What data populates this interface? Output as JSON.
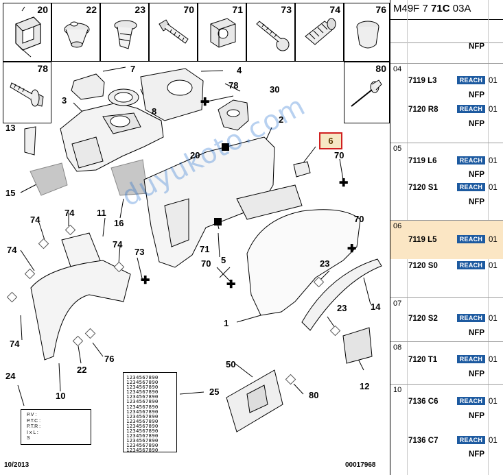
{
  "parts_grid": [
    {
      "num": "20",
      "icon": "clip-nut-icon"
    },
    {
      "num": "22",
      "icon": "push-rivet-icon"
    },
    {
      "num": "23",
      "icon": "plastic-plug-icon"
    },
    {
      "num": "70",
      "icon": "bolt-icon"
    },
    {
      "num": "71",
      "icon": "cage-nut-icon"
    },
    {
      "num": "73",
      "icon": "screw-icon"
    },
    {
      "num": "74",
      "icon": "fir-tree-clip-icon"
    },
    {
      "num": "76",
      "icon": "cap-plug-icon"
    },
    {
      "num": "78",
      "icon": "flange-bolt-icon"
    },
    {
      "num": "80",
      "icon": "blind-rivet-icon"
    }
  ],
  "callouts": {
    "c1": "1",
    "c2": "2",
    "c3": "3",
    "c4": "4",
    "c5": "5",
    "c6": "6",
    "c7": "7",
    "c8": "8",
    "c10": "10",
    "c11": "11",
    "c12": "12",
    "c13": "13",
    "c14": "14",
    "c15": "15",
    "c16": "16",
    "c20": "20",
    "c22": "22",
    "c23a": "23",
    "c23b": "23",
    "c24": "24",
    "c25": "25",
    "c30": "30",
    "c50": "50",
    "c70a": "70",
    "c70b": "70",
    "c70c": "70",
    "c71": "71",
    "c73": "73",
    "c74a": "74",
    "c74b": "74",
    "c74c": "74",
    "c74d": "74",
    "c74e": "74",
    "c76": "76",
    "c78": "78",
    "c80": "80"
  },
  "plate_line": "1234567890",
  "label24": {
    "l1": "P.V :",
    "l2": "P.T.C :",
    "l3": "P.T.R :",
    "l4": "I x L :",
    "l5": "S"
  },
  "watermark": "duyukoto.com",
  "footer": {
    "date": "10/2013",
    "code": "00017968"
  },
  "panel": {
    "title_pre": "M49F 7 ",
    "title_bold": "71C",
    "title_post": " 03A",
    "header_nfp": "NFP",
    "reach_label": "REACH",
    "groups": [
      {
        "idx": "04",
        "items": [
          {
            "ref": "7119 L3",
            "qty": "01",
            "note": "NFP"
          },
          {
            "ref": "7120 R8",
            "qty": "01",
            "note": "NFP"
          }
        ]
      },
      {
        "idx": "05",
        "items": [
          {
            "ref": "7119 L6",
            "qty": "01",
            "note": "NFP"
          },
          {
            "ref": "7120 S1",
            "qty": "01",
            "note": "NFP"
          }
        ]
      },
      {
        "idx": "06",
        "items": [
          {
            "ref": "7119 L5",
            "qty": "01",
            "note": ""
          },
          {
            "ref": "7120 S0",
            "qty": "01",
            "note": ""
          }
        ]
      },
      {
        "idx": "07",
        "items": [
          {
            "ref": "7120 S2",
            "qty": "01",
            "note": "NFP"
          }
        ]
      },
      {
        "idx": "08",
        "items": [
          {
            "ref": "7120 T1",
            "qty": "01",
            "note": "NFP"
          }
        ]
      },
      {
        "idx": "10",
        "items": [
          {
            "ref": "7136 C6",
            "qty": "01",
            "note": "NFP"
          },
          {
            "ref": "7136 C7",
            "qty": "01",
            "note": "NFP"
          }
        ]
      }
    ]
  },
  "colors": {
    "highlight_row": "#fbe6c4",
    "reach_bg": "#1d5aa0",
    "callout_box": "#d02020"
  }
}
